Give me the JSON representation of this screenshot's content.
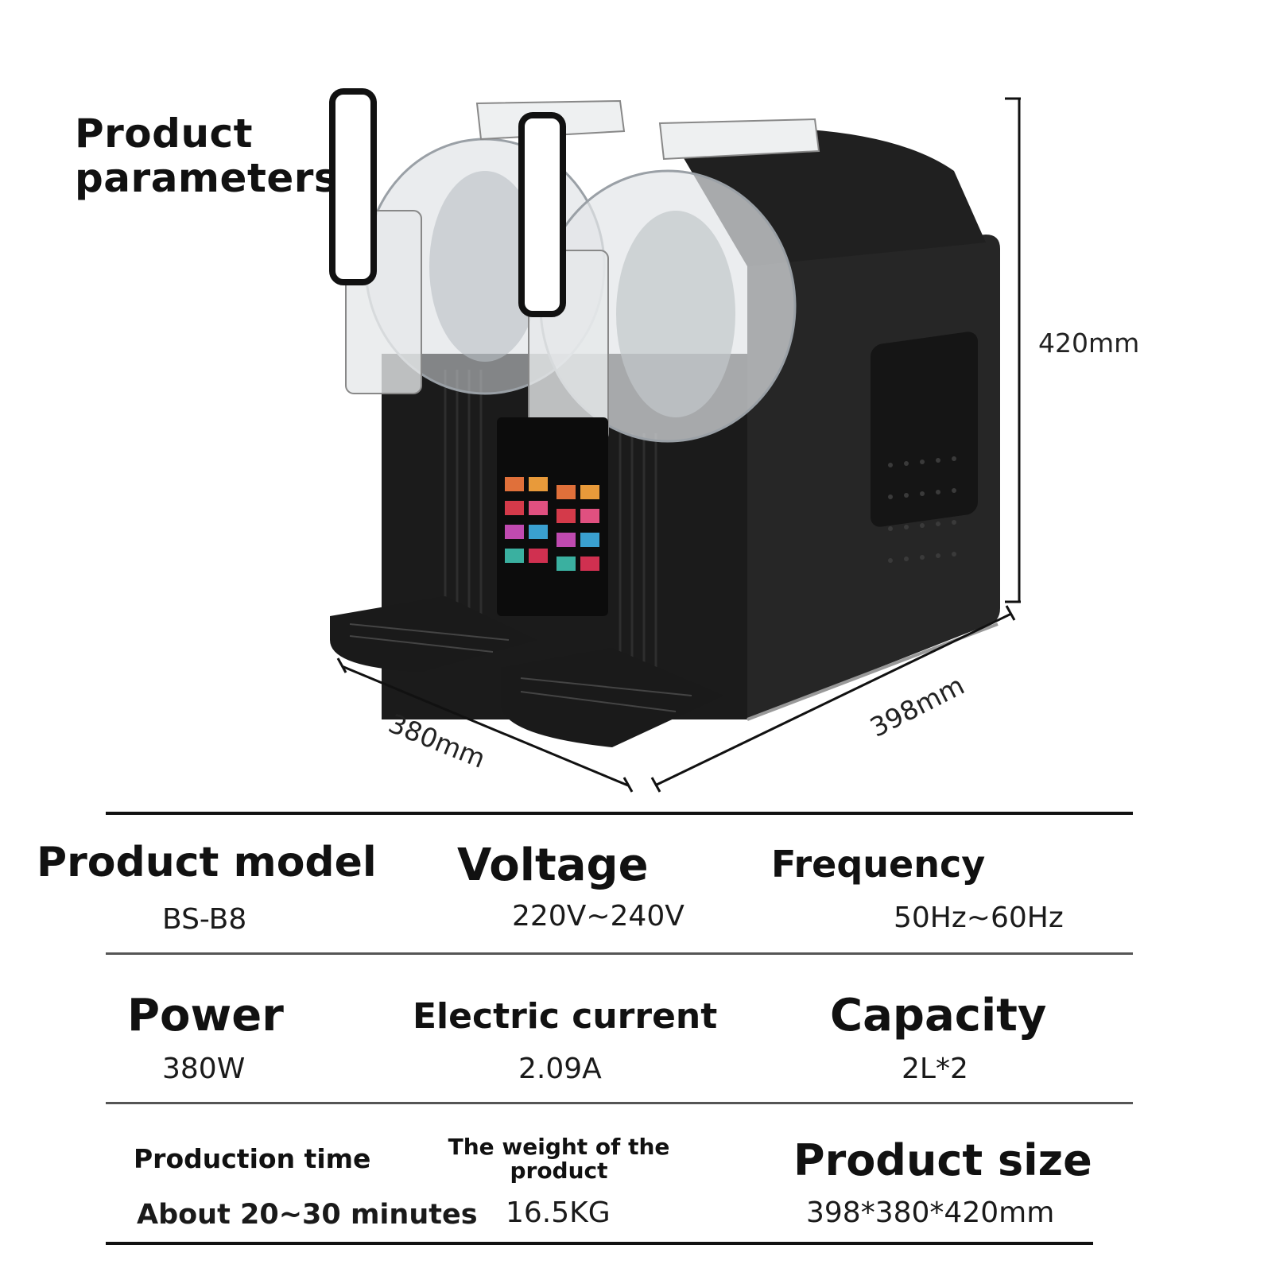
{
  "header": {
    "title_line1": "Product",
    "title_line2": "parameters"
  },
  "dimensions": {
    "height": "420mm",
    "width": "380mm",
    "depth": "398mm"
  },
  "specs": {
    "row1": [
      {
        "label": "Product model",
        "value": "BS-B8"
      },
      {
        "label": "Voltage",
        "value": "220V~240V"
      },
      {
        "label": "Frequency",
        "value": "50Hz~60Hz"
      }
    ],
    "row2": [
      {
        "label": "Power",
        "value": "380W"
      },
      {
        "label": "Electric current",
        "value": "2.09A"
      },
      {
        "label": "Capacity",
        "value": "2L*2"
      }
    ],
    "row3": [
      {
        "label_line1": "Production time",
        "value": "About 20~30 minutes"
      },
      {
        "label_line1": "The weight of the",
        "label_line2": "product",
        "value": "16.5KG"
      },
      {
        "label_line1": "Product size",
        "value": "398*380*420mm"
      }
    ]
  },
  "icons": [
    "slush-machine-illustration"
  ],
  "colors": {
    "machine_body": "#1e1e1e",
    "rules": "#111111"
  }
}
